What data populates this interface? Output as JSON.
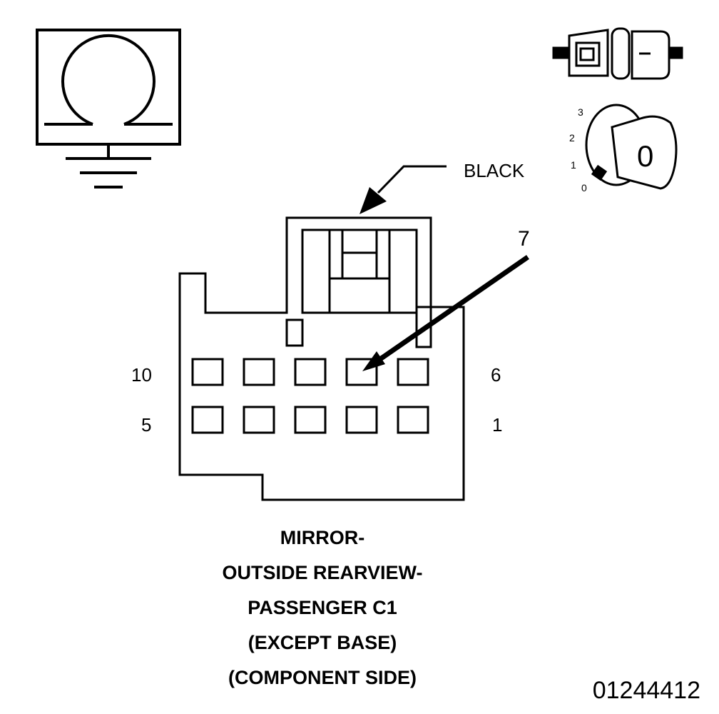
{
  "connector": {
    "color_label": "BLACK",
    "callout_pin": "7",
    "row_top_left": "10",
    "row_top_right": "6",
    "row_bottom_left": "5",
    "row_bottom_right": "1"
  },
  "ignition": {
    "positions": [
      "3",
      "2",
      "1",
      "0"
    ],
    "key_label": "0"
  },
  "caption": {
    "lines": [
      "MIRROR-",
      "OUTSIDE REARVIEW-",
      "PASSENGER C1",
      "(EXCEPT BASE)",
      "(COMPONENT SIDE)"
    ]
  },
  "figure_id": "01244412",
  "icons": [
    "ohmmeter-ground-icon",
    "connector-plug-icon",
    "ignition-key-icon"
  ],
  "colors": {
    "ink": "#000000",
    "fill": "#ffffff",
    "shade": "#d9d9d9"
  }
}
